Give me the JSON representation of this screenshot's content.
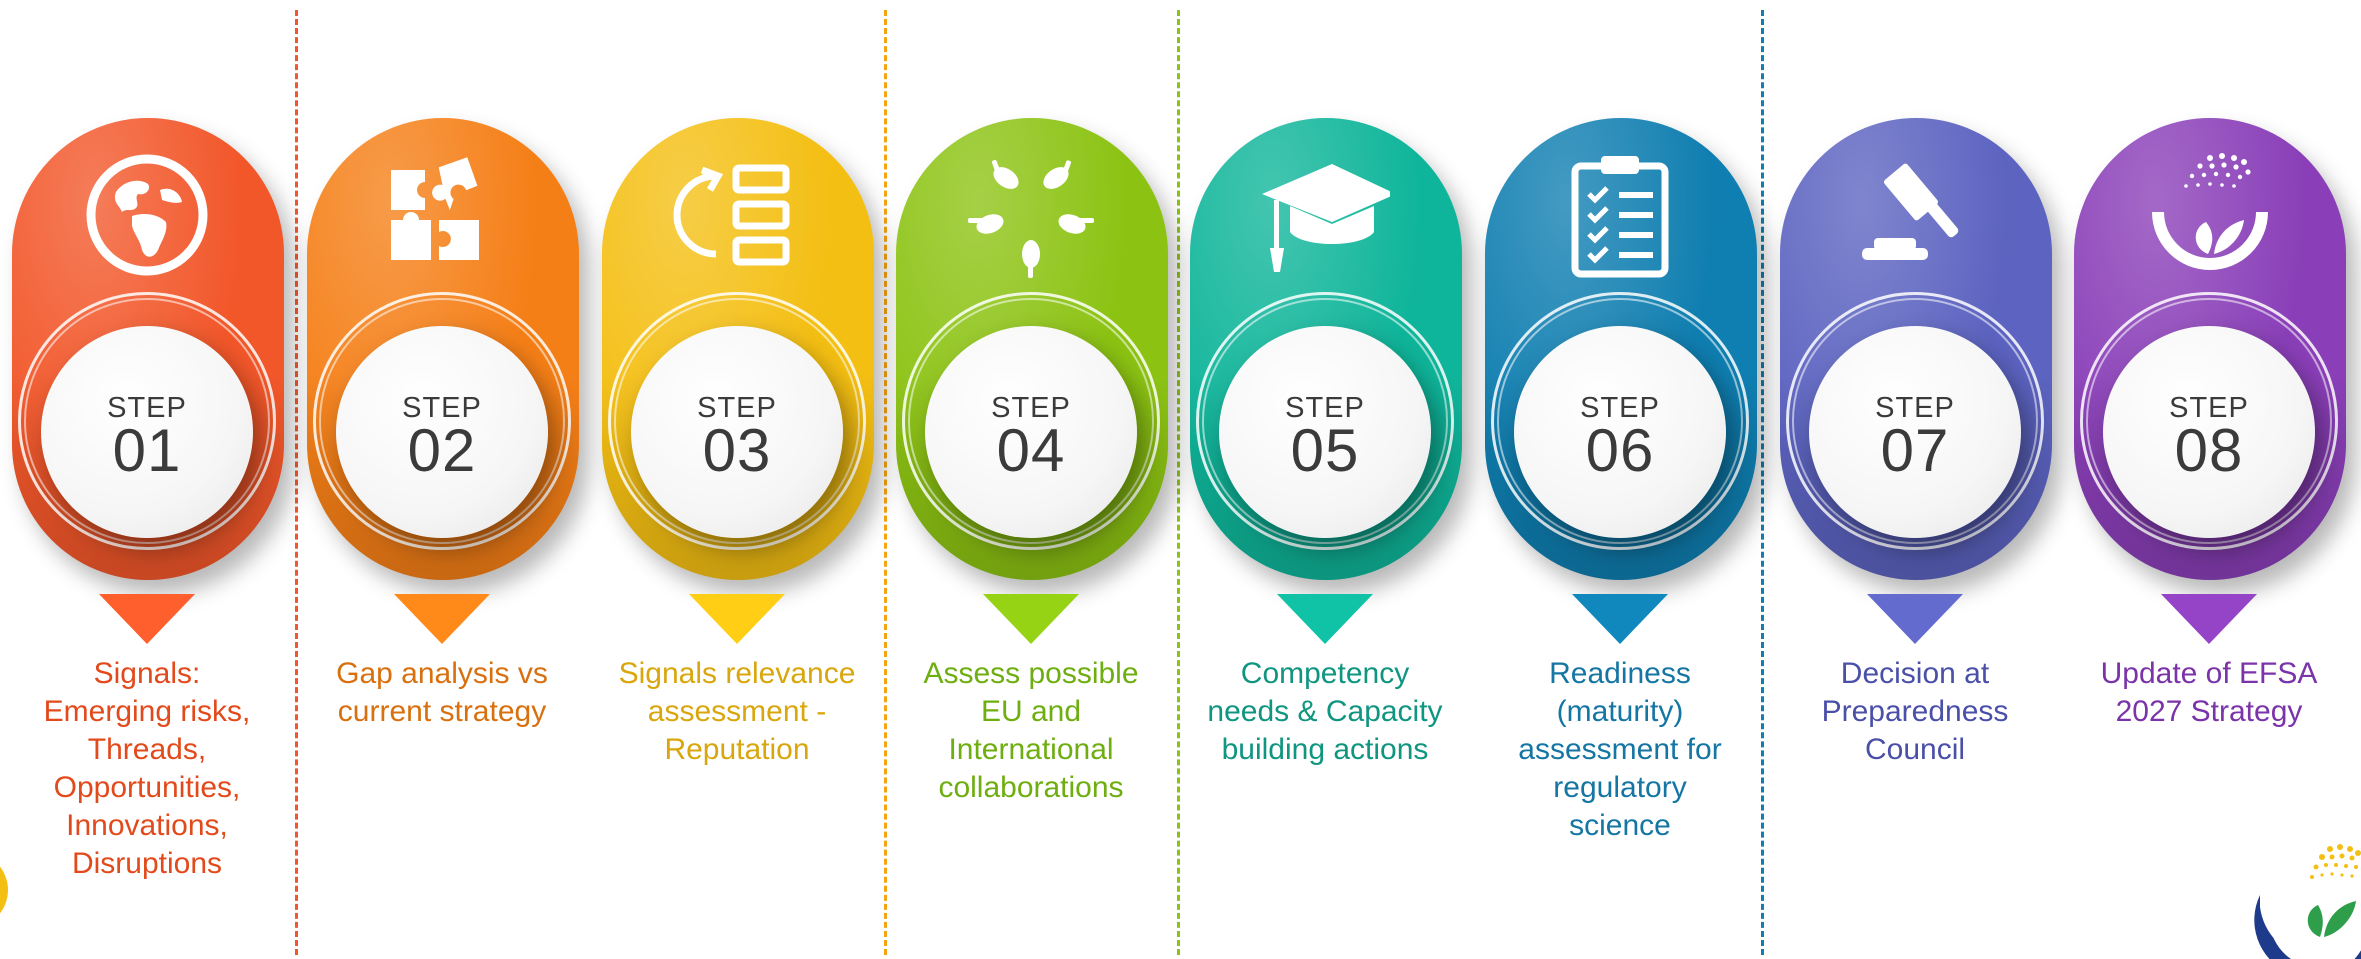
{
  "steps": [
    {
      "step_word": "STEP",
      "number": "01",
      "desc": [
        "Signals:",
        "Emerging risks,",
        "Threads,",
        "Opportunities,",
        "Innovations,",
        "Disruptions"
      ],
      "color": "#f2572a",
      "text_color": "#e24a1c",
      "icon": "globe-icon"
    },
    {
      "step_word": "STEP",
      "number": "02",
      "desc": [
        "Gap analysis vs",
        "current strategy"
      ],
      "color": "#f57f17",
      "text_color": "#d9700f",
      "icon": "puzzle-icon"
    },
    {
      "step_word": "STEP",
      "number": "03",
      "desc": [
        "Signals relevance",
        "assessment -",
        "Reputation"
      ],
      "color": "#f4bf13",
      "text_color": "#d9a70d",
      "icon": "refresh-list-icon"
    },
    {
      "step_word": "STEP",
      "number": "04",
      "desc": [
        "Assess possible",
        "EU and",
        "International",
        "collaborations"
      ],
      "color": "#8cc313",
      "text_color": "#6fae10",
      "icon": "hands-circle-icon"
    },
    {
      "step_word": "STEP",
      "number": "05",
      "desc": [
        "Competency",
        "needs & Capacity",
        "building actions"
      ],
      "color": "#0fb59a",
      "text_color": "#0f9580",
      "icon": "graduation-cap-icon"
    },
    {
      "step_word": "STEP",
      "number": "06",
      "desc": [
        "Readiness",
        "(maturity)",
        "assessment for",
        "regulatory",
        "science"
      ],
      "color": "#0f7eb0",
      "text_color": "#1576a4",
      "icon": "clipboard-checklist-icon"
    },
    {
      "step_word": "STEP",
      "number": "07",
      "desc": [
        "Decision at",
        "Preparedness",
        "Council"
      ],
      "color": "#5c63c0",
      "text_color": "#4a4fa8",
      "icon": "gavel-icon"
    },
    {
      "step_word": "STEP",
      "number": "08",
      "desc": [
        "Update of EFSA",
        "2027 Strategy"
      ],
      "color": "#8a3fb8",
      "text_color": "#7a33a8",
      "icon": "efsa-leaf-icon"
    }
  ],
  "dividers": [
    {
      "color": "#f2572a"
    },
    {
      "color": "#f4a313"
    },
    {
      "color": "#8cc313"
    },
    {
      "color": "#0f7eb0"
    }
  ],
  "brand": {
    "logo": "efsa-logo-icon",
    "accent_blue": "#1e3a8a",
    "accent_green": "#2e9e4a",
    "accent_yellow": "#f4bf13"
  }
}
